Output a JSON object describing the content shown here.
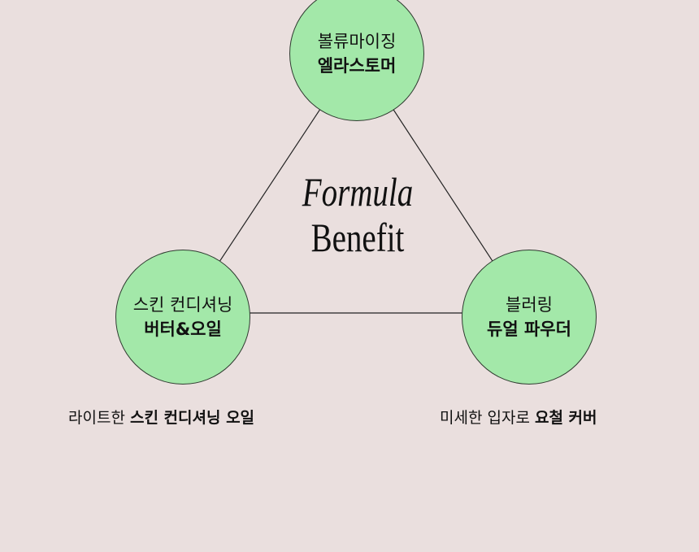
{
  "title": {
    "line1": "Formula",
    "line2": "Benefit"
  },
  "nodes": [
    {
      "line1": "볼류마이징",
      "line2": "엘라스토머"
    },
    {
      "line1": "스킨 컨디셔닝",
      "line2": "버터&오일"
    },
    {
      "line1": "블러링",
      "line2": "듀얼 파우더"
    }
  ],
  "captions": [
    {
      "normal": "라이트한 ",
      "bold": "스킨 컨디셔닝 오일"
    },
    {
      "normal": "미세한 입자로 ",
      "bold": "요철 커버"
    }
  ],
  "colors": {
    "background": "#eadfde",
    "circle": "#a3e8a9"
  }
}
